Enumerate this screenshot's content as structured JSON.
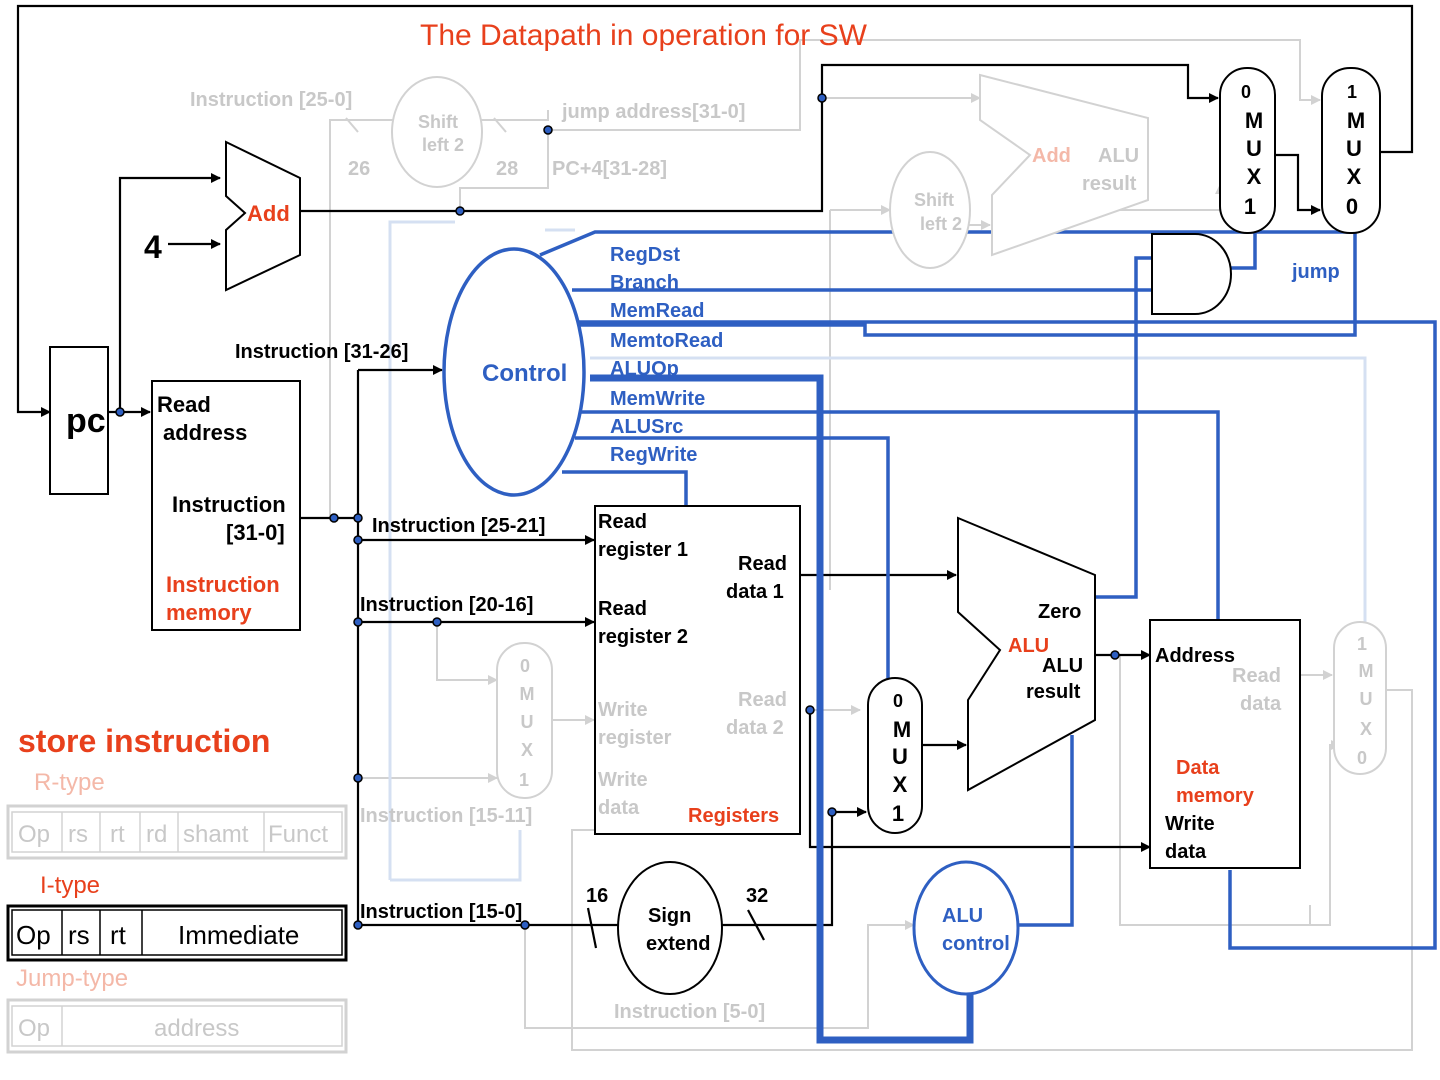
{
  "title": "The Datapath in operation for SW",
  "pc": {
    "label": "pc"
  },
  "constant_four": "4",
  "adder_pc": {
    "label": "Add"
  },
  "adder_branch": {
    "label": "Add",
    "result_line1": "ALU",
    "result_line2": "result"
  },
  "shift_jump": {
    "line1": "Shift",
    "line2": "left 2"
  },
  "shift_branch": {
    "line1": "Shift",
    "line2": "left 2"
  },
  "jump_signals": {
    "instr_25_0": "Instruction [25-0]",
    "width_26": "26",
    "width_28": "28",
    "jump_address": "jump  address[31-0]",
    "pc4_bits": "PC+4[31-28]"
  },
  "instruction_memory": {
    "read_line1": "Read",
    "read_line2": "address",
    "out_line1": "Instruction",
    "out_line2": "[31-0]",
    "name_line1": "Instruction",
    "name_line2": "memory"
  },
  "instruction_fields": {
    "i31_26": "Instruction [31-26]",
    "i25_21": "Instruction [25-21]",
    "i20_16": "Instruction [20-16]",
    "i15_11": "Instruction [15-11]",
    "i15_0": "Instruction [15-0]",
    "i5_0": "Instruction [5-0]"
  },
  "control": {
    "label": "Control",
    "signals": [
      "RegDst",
      "Branch",
      "MemRead",
      "MemtoRead",
      "ALUOp",
      "MemWrite",
      "ALUSrc",
      "RegWrite"
    ],
    "jump": "jump"
  },
  "registers": {
    "read_reg1_line1": "Read",
    "read_reg1_line2": "register 1",
    "read_reg2_line1": "Read",
    "read_reg2_line2": "register 2",
    "write_reg_line1": "Write",
    "write_reg_line2": "register",
    "write_data_line1": "Write",
    "write_data_line2": "data",
    "read_data1_line1": "Read",
    "read_data1_line2": "data 1",
    "read_data2_line1": "Read",
    "read_data2_line2": "data 2",
    "name": "Registers"
  },
  "mux_labels": {
    "mux_top_left": [
      "0",
      "M",
      "U",
      "X",
      "1"
    ],
    "mux_top_right": [
      "1",
      "M",
      "U",
      "X",
      "0"
    ],
    "mux_regdst": [
      "0",
      "M",
      "U",
      "X",
      "1"
    ],
    "mux_alusrc": [
      "0",
      "M",
      "U",
      "X",
      "1"
    ],
    "mux_memtoreg": [
      "1",
      "M",
      "U",
      "X",
      "0"
    ]
  },
  "alu": {
    "label": "ALU",
    "zero": "Zero",
    "result_line1": "ALU",
    "result_line2": "result"
  },
  "data_memory": {
    "address": "Address",
    "read_line1": "Read",
    "read_line2": "data",
    "name_line1": "Data",
    "name_line2": "memory",
    "write_line1": "Write",
    "write_line2": "data"
  },
  "sign_extend": {
    "line1": "Sign",
    "line2": "extend",
    "width_in": "16",
    "width_out": "32"
  },
  "alu_control": {
    "line1": "ALU",
    "line2": "control"
  },
  "legend": {
    "heading": "store instruction",
    "rtype_label": "R-type",
    "rtype_fields": [
      "Op",
      "rs",
      "rt",
      "rd",
      "shamt",
      "Funct"
    ],
    "itype_label": "I-type",
    "itype_fields": [
      "Op",
      "rs",
      "rt",
      "Immediate"
    ],
    "jtype_label": "Jump-type",
    "jtype_fields": [
      "Op",
      "address"
    ]
  },
  "colors": {
    "active_control": "#2e5fc2",
    "inactive": "#d2d2d2",
    "labels": "#e8401c"
  }
}
